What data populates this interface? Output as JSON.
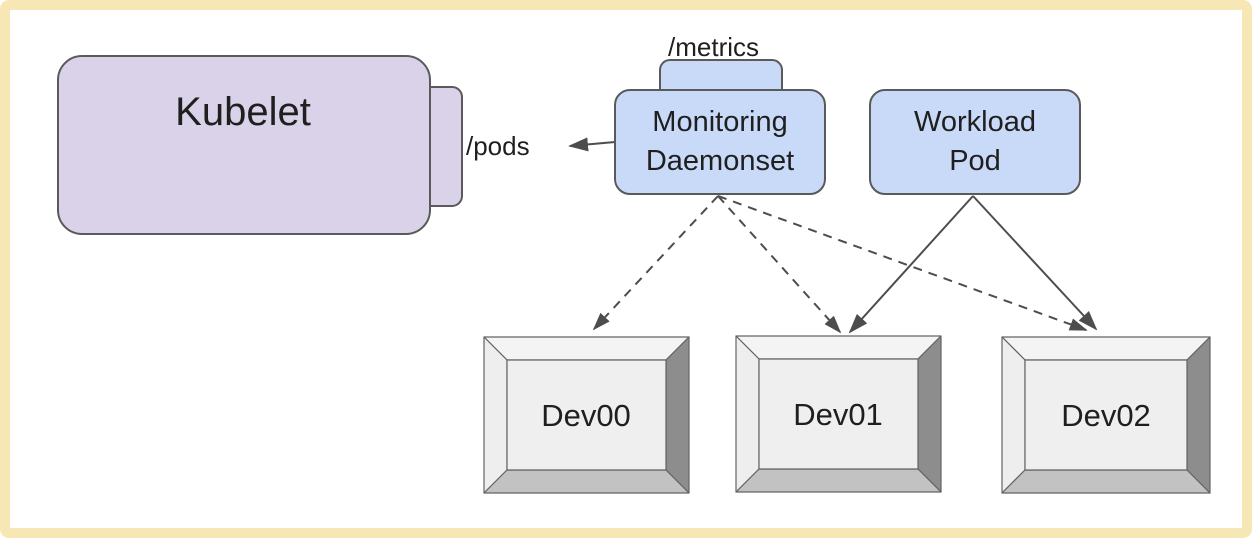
{
  "diagram": {
    "kind": "kubernetes-device-monitoring-architecture",
    "nodes": {
      "kubelet": {
        "label": "Kubelet",
        "endpoint_label": "/pods"
      },
      "monitoring_daemonset": {
        "line1": "Monitoring",
        "line2": "Daemonset",
        "endpoint_label": "/metrics"
      },
      "workload_pod": {
        "line1": "Workload",
        "line2": "Pod"
      },
      "devices": [
        {
          "label": "Dev00"
        },
        {
          "label": "Dev01"
        },
        {
          "label": "Dev02"
        }
      ]
    },
    "edges": [
      {
        "from": "monitoring_daemonset",
        "to": "kubelet /pods",
        "style": "solid-arrow"
      },
      {
        "from": "monitoring_daemonset",
        "to": "Dev00",
        "style": "dashed-arrow"
      },
      {
        "from": "monitoring_daemonset",
        "to": "Dev01",
        "style": "dashed-arrow"
      },
      {
        "from": "monitoring_daemonset",
        "to": "Dev02",
        "style": "dashed-arrow"
      },
      {
        "from": "workload_pod",
        "to": "Dev01",
        "style": "solid-arrow"
      },
      {
        "from": "workload_pod",
        "to": "Dev02",
        "style": "solid-arrow"
      }
    ],
    "colors": {
      "frame_border": "#f7e7b4",
      "canvas": "#ffffff",
      "purple_node_fill": "#d9d2e9",
      "blue_node_fill": "#c9daf8",
      "node_border": "#5a5a5a",
      "arrow": "#4d4d4d",
      "text": "#1f1f1f",
      "device_face": "#efefef",
      "device_bevel_top": "#f4f4f4",
      "device_bevel_left": "#eeeeee",
      "device_bevel_right": "#8d8d8d",
      "device_bevel_bottom": "#c2c2c2",
      "device_outline": "#646464"
    }
  }
}
